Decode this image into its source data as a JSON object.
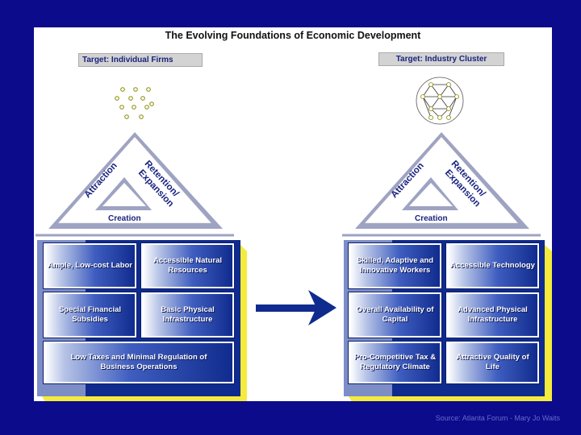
{
  "title": "The Evolving Foundations of Economic Development",
  "left": {
    "target": "Target: Individual Firms",
    "triangle": {
      "left": "Attraction",
      "right_1": "Retention/",
      "right_2": "Expansion",
      "bottom": "Creation"
    },
    "boxes": [
      "Ample, Low-cost Labor",
      "Accessible Natural Resources",
      "Special Financial Subsidies",
      "Basic Physical Infrastructure",
      "Low Taxes and Minimal Regulation of Business Operations"
    ]
  },
  "right": {
    "target": "Target: Industry Cluster",
    "triangle": {
      "left": "Attraction",
      "right_1": "Retention/",
      "right_2": "Expansion",
      "bottom": "Creation"
    },
    "boxes": [
      "Skilled, Adaptive and Innovative Workers",
      "Accessible Technology",
      "Overall Availability of Capital",
      "Advanced Physical Infrastructure",
      "Pro-Competitive Tax & Regulatory Climate",
      "Attractive Quality of Life"
    ]
  },
  "source": "Source: Atlanta Forum - Mary Jo Waits",
  "colors": {
    "background": "#0b0b8c",
    "navy": "#102b8e",
    "accent_yellow": "#f5eb3c"
  },
  "icons": [
    "individual-firms-dots-icon",
    "cluster-network-icon",
    "right-arrow-icon"
  ]
}
